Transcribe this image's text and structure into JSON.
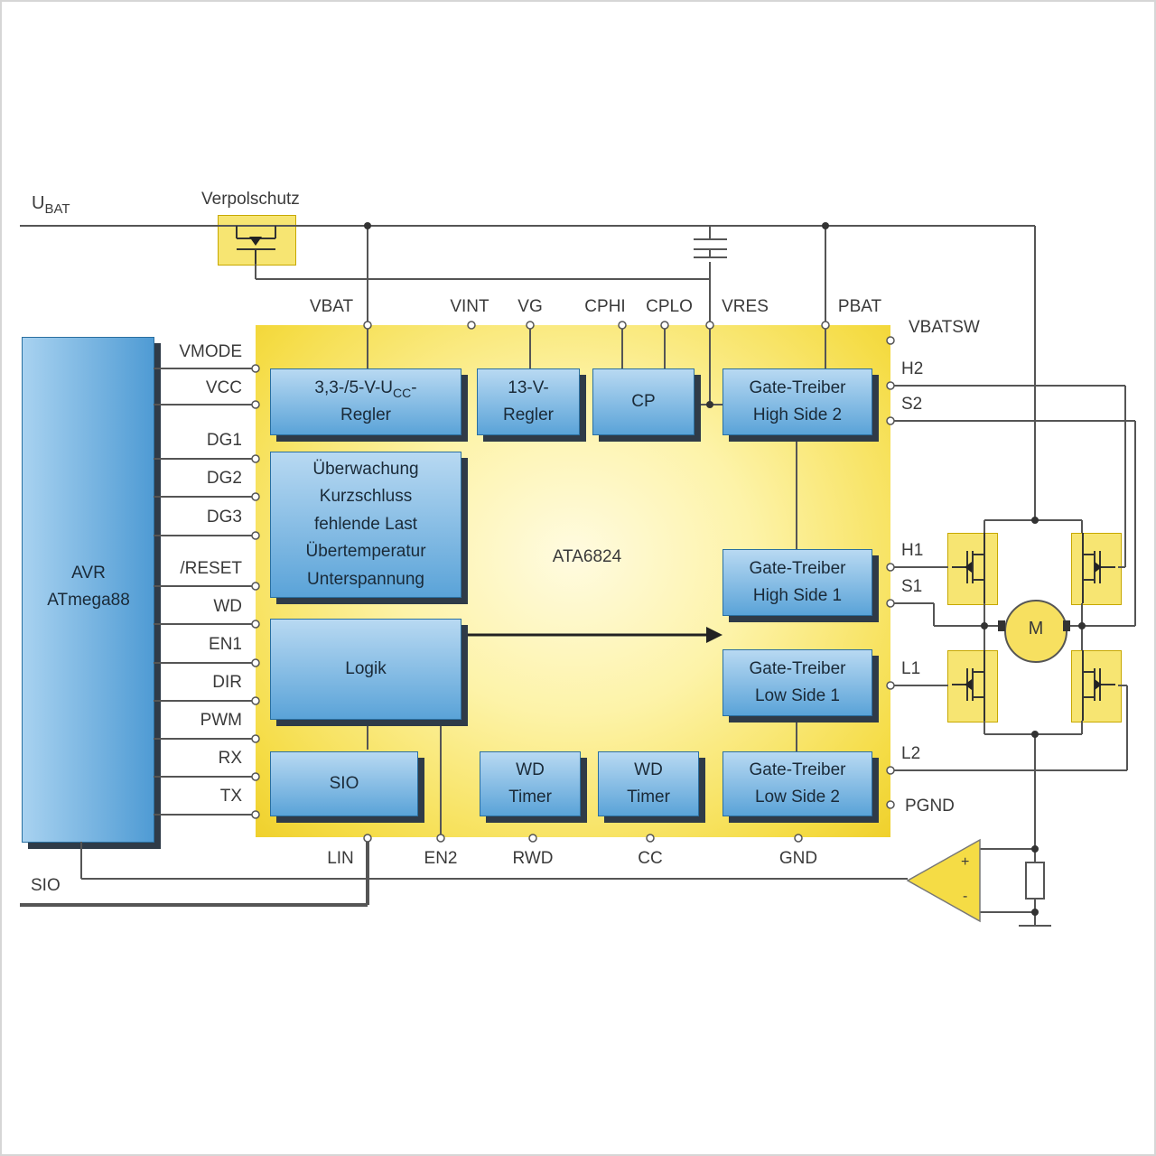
{
  "title": "",
  "supply": {
    "label_main": "U",
    "label_sub": "BAT",
    "reverse_protection": "Verpolschutz"
  },
  "mcu": {
    "line1": "AVR",
    "line2": "ATmega88"
  },
  "chip": {
    "name": "ATA6824"
  },
  "top_pins": [
    "VBAT",
    "VINT",
    "VG",
    "CPHI",
    "CPLO",
    "VRES",
    "PBAT",
    "VBATSW"
  ],
  "left_pins": [
    "VMODE",
    "VCC",
    "DG1",
    "DG2",
    "DG3",
    "/RESET",
    "WD",
    "EN1",
    "DIR",
    "PWM",
    "RX",
    "TX"
  ],
  "right_pins": [
    "H2",
    "S2",
    "H1",
    "S1",
    "L1",
    "L2",
    "PGND"
  ],
  "bottom_pins": [
    "LIN",
    "EN2",
    "RWD",
    "CC",
    "GND"
  ],
  "bus": {
    "label": "SIO"
  },
  "blocks": {
    "regulator_line1": "3,3-/5-V-U",
    "regulator_sub": "CC",
    "regulator_dash": "-",
    "regulator_line2": "Regler",
    "reg13_line1": "13-V-",
    "reg13_line2": "Regler",
    "cp": "CP",
    "gate_hs2_line1": "Gate-Treiber",
    "gate_hs2_line2": "High Side 2",
    "monitor": [
      "Überwachung",
      "Kurzschluss",
      "fehlende Last",
      "Übertemperatur",
      "Unterspannung"
    ],
    "gate_hs1_line1": "Gate-Treiber",
    "gate_hs1_line2": "High Side 1",
    "logic": "Logik",
    "gate_ls1_line1": "Gate-Treiber",
    "gate_ls1_line2": "Low Side 1",
    "sio": "SIO",
    "wd_line1": "WD",
    "wd_line2": "Timer",
    "wd2_line1": "WD",
    "wd2_line2": "Timer",
    "gate_ls2_line1": "Gate-Treiber",
    "gate_ls2_line2": "Low Side 2"
  },
  "motor": {
    "label": "M"
  },
  "amplifier": {
    "plus": "+",
    "minus": "-"
  }
}
